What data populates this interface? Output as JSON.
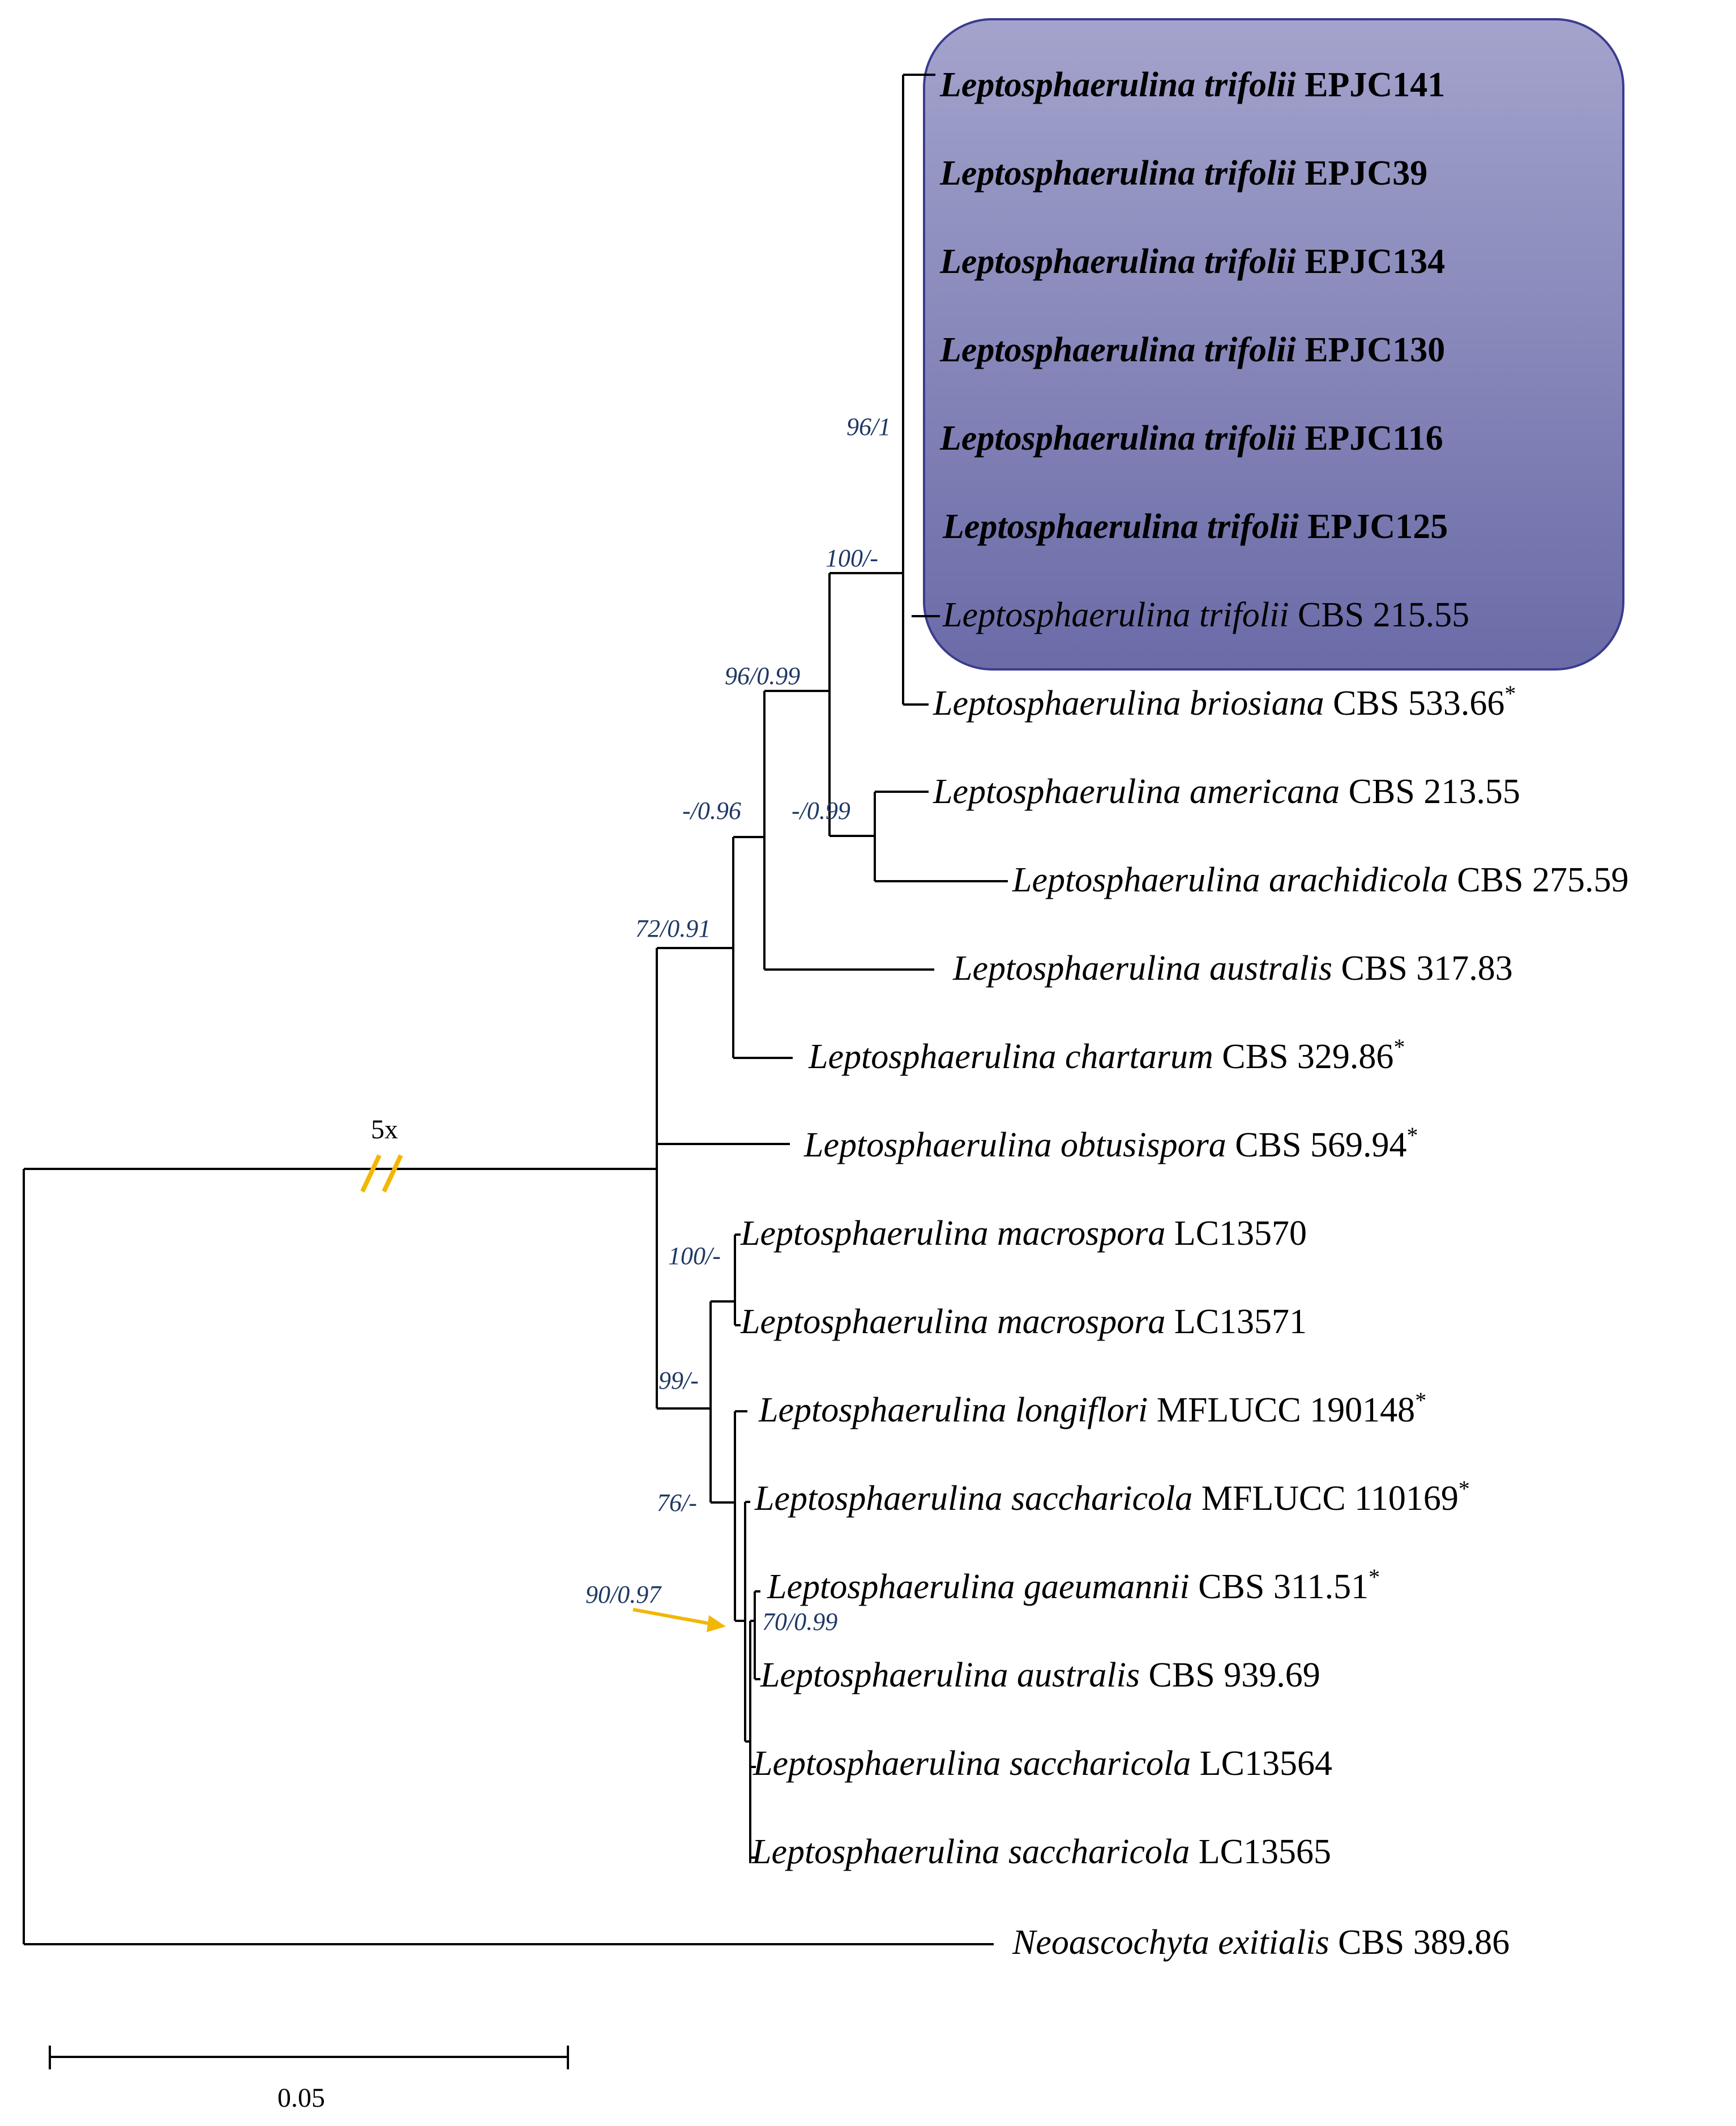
{
  "taxa": [
    {
      "genus": "Leptosphaerulina trifolii",
      "strain": "EPJC141",
      "bold": true
    },
    {
      "genus": "Leptosphaerulina trifolii",
      "strain": "EPJC39",
      "bold": true
    },
    {
      "genus": "Leptosphaerulina trifolii",
      "strain": "EPJC134",
      "bold": true
    },
    {
      "genus": "Leptosphaerulina trifolii",
      "strain": "EPJC130",
      "bold": true
    },
    {
      "genus": "Leptosphaerulina trifolii",
      "strain": "EPJC116",
      "bold": true
    },
    {
      "genus": "Leptosphaerulina trifolii",
      "strain": "EPJC125",
      "bold": true
    },
    {
      "genus": "Leptosphaerulina trifolii",
      "strain": "CBS 215.55",
      "bold": false
    },
    {
      "genus": "Leptosphaerulina briosiana",
      "strain": "CBS 533.66",
      "type": "*",
      "bold": false
    },
    {
      "genus": "Leptosphaerulina americana",
      "strain": "CBS 213.55",
      "bold": false
    },
    {
      "genus": "Leptosphaerulina arachidicola",
      "strain": "CBS 275.59",
      "bold": false
    },
    {
      "genus": "Leptosphaerulina australis",
      "strain": "CBS 317.83",
      "bold": false
    },
    {
      "genus": "Leptosphaerulina chartarum",
      "strain": "CBS 329.86",
      "type": "*",
      "bold": false
    },
    {
      "genus": "Leptosphaerulina obtusispora",
      "strain": "CBS 569.94",
      "type": "*",
      "bold": false
    },
    {
      "genus": "Leptosphaerulina macrospora",
      "strain": "LC13570",
      "bold": false
    },
    {
      "genus": "Leptosphaerulina macrospora",
      "strain": "LC13571",
      "bold": false
    },
    {
      "genus": "Leptosphaerulina longiflori",
      "strain": "MFLUCC 190148",
      "type": "*",
      "bold": false
    },
    {
      "genus": "Leptosphaerulina saccharicola",
      "strain": "MFLUCC 110169",
      "type": "*",
      "bold": false
    },
    {
      "genus": "Leptosphaerulina gaeumannii",
      "strain": "CBS 311.51",
      "type": "*",
      "bold": false
    },
    {
      "genus": "Leptosphaerulina australis",
      "strain": "CBS 939.69",
      "bold": false
    },
    {
      "genus": "Leptosphaerulina saccharicola",
      "strain": "LC13564",
      "bold": false
    },
    {
      "genus": "Leptosphaerulina saccharicola",
      "strain": "LC13565",
      "bold": false
    },
    {
      "genus": "Neoascochyta exitialis",
      "strain": "CBS 389.86",
      "bold": false
    }
  ],
  "supports": [
    "96/1",
    "100/-",
    "96/0.99",
    "-/0.96",
    "-/0.99",
    "72/0.91",
    "100/-",
    "99/-",
    "76/-",
    "90/0.97",
    "70/0.99"
  ],
  "break_label": "5x",
  "scale_bar": {
    "label": "0.05"
  },
  "colors": {
    "highlight_top": "#a3a3cc",
    "highlight_bottom": "#6b6ba8",
    "highlight_border": "#3b3b8f",
    "support_text": "#1f3864",
    "break_mark": "#f2b705",
    "arrow": "#f2b705"
  }
}
